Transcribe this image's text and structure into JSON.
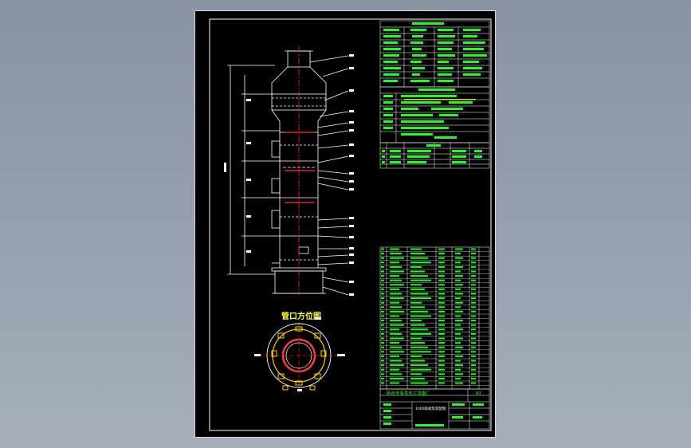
{
  "drawing": {
    "nozzle_view_title": "管口方位图",
    "company_name": "新余市有色化工设备厂",
    "drawing_title": "1000吸收塔装配图",
    "sheet_size": "A3"
  },
  "colors": {
    "background": "#9aa2b1",
    "sheet": "#000000",
    "line": "#ffffff",
    "text_green": "#1dff1d",
    "text_yellow": "#ffff40",
    "centerline": "#ff2a2a",
    "flange_yellow": "#ffd400",
    "border": "#d8d8d8"
  },
  "icons": [
    "tower-elevation-drawing",
    "nozzle-orientation-view",
    "parts-list-table",
    "title-block"
  ]
}
